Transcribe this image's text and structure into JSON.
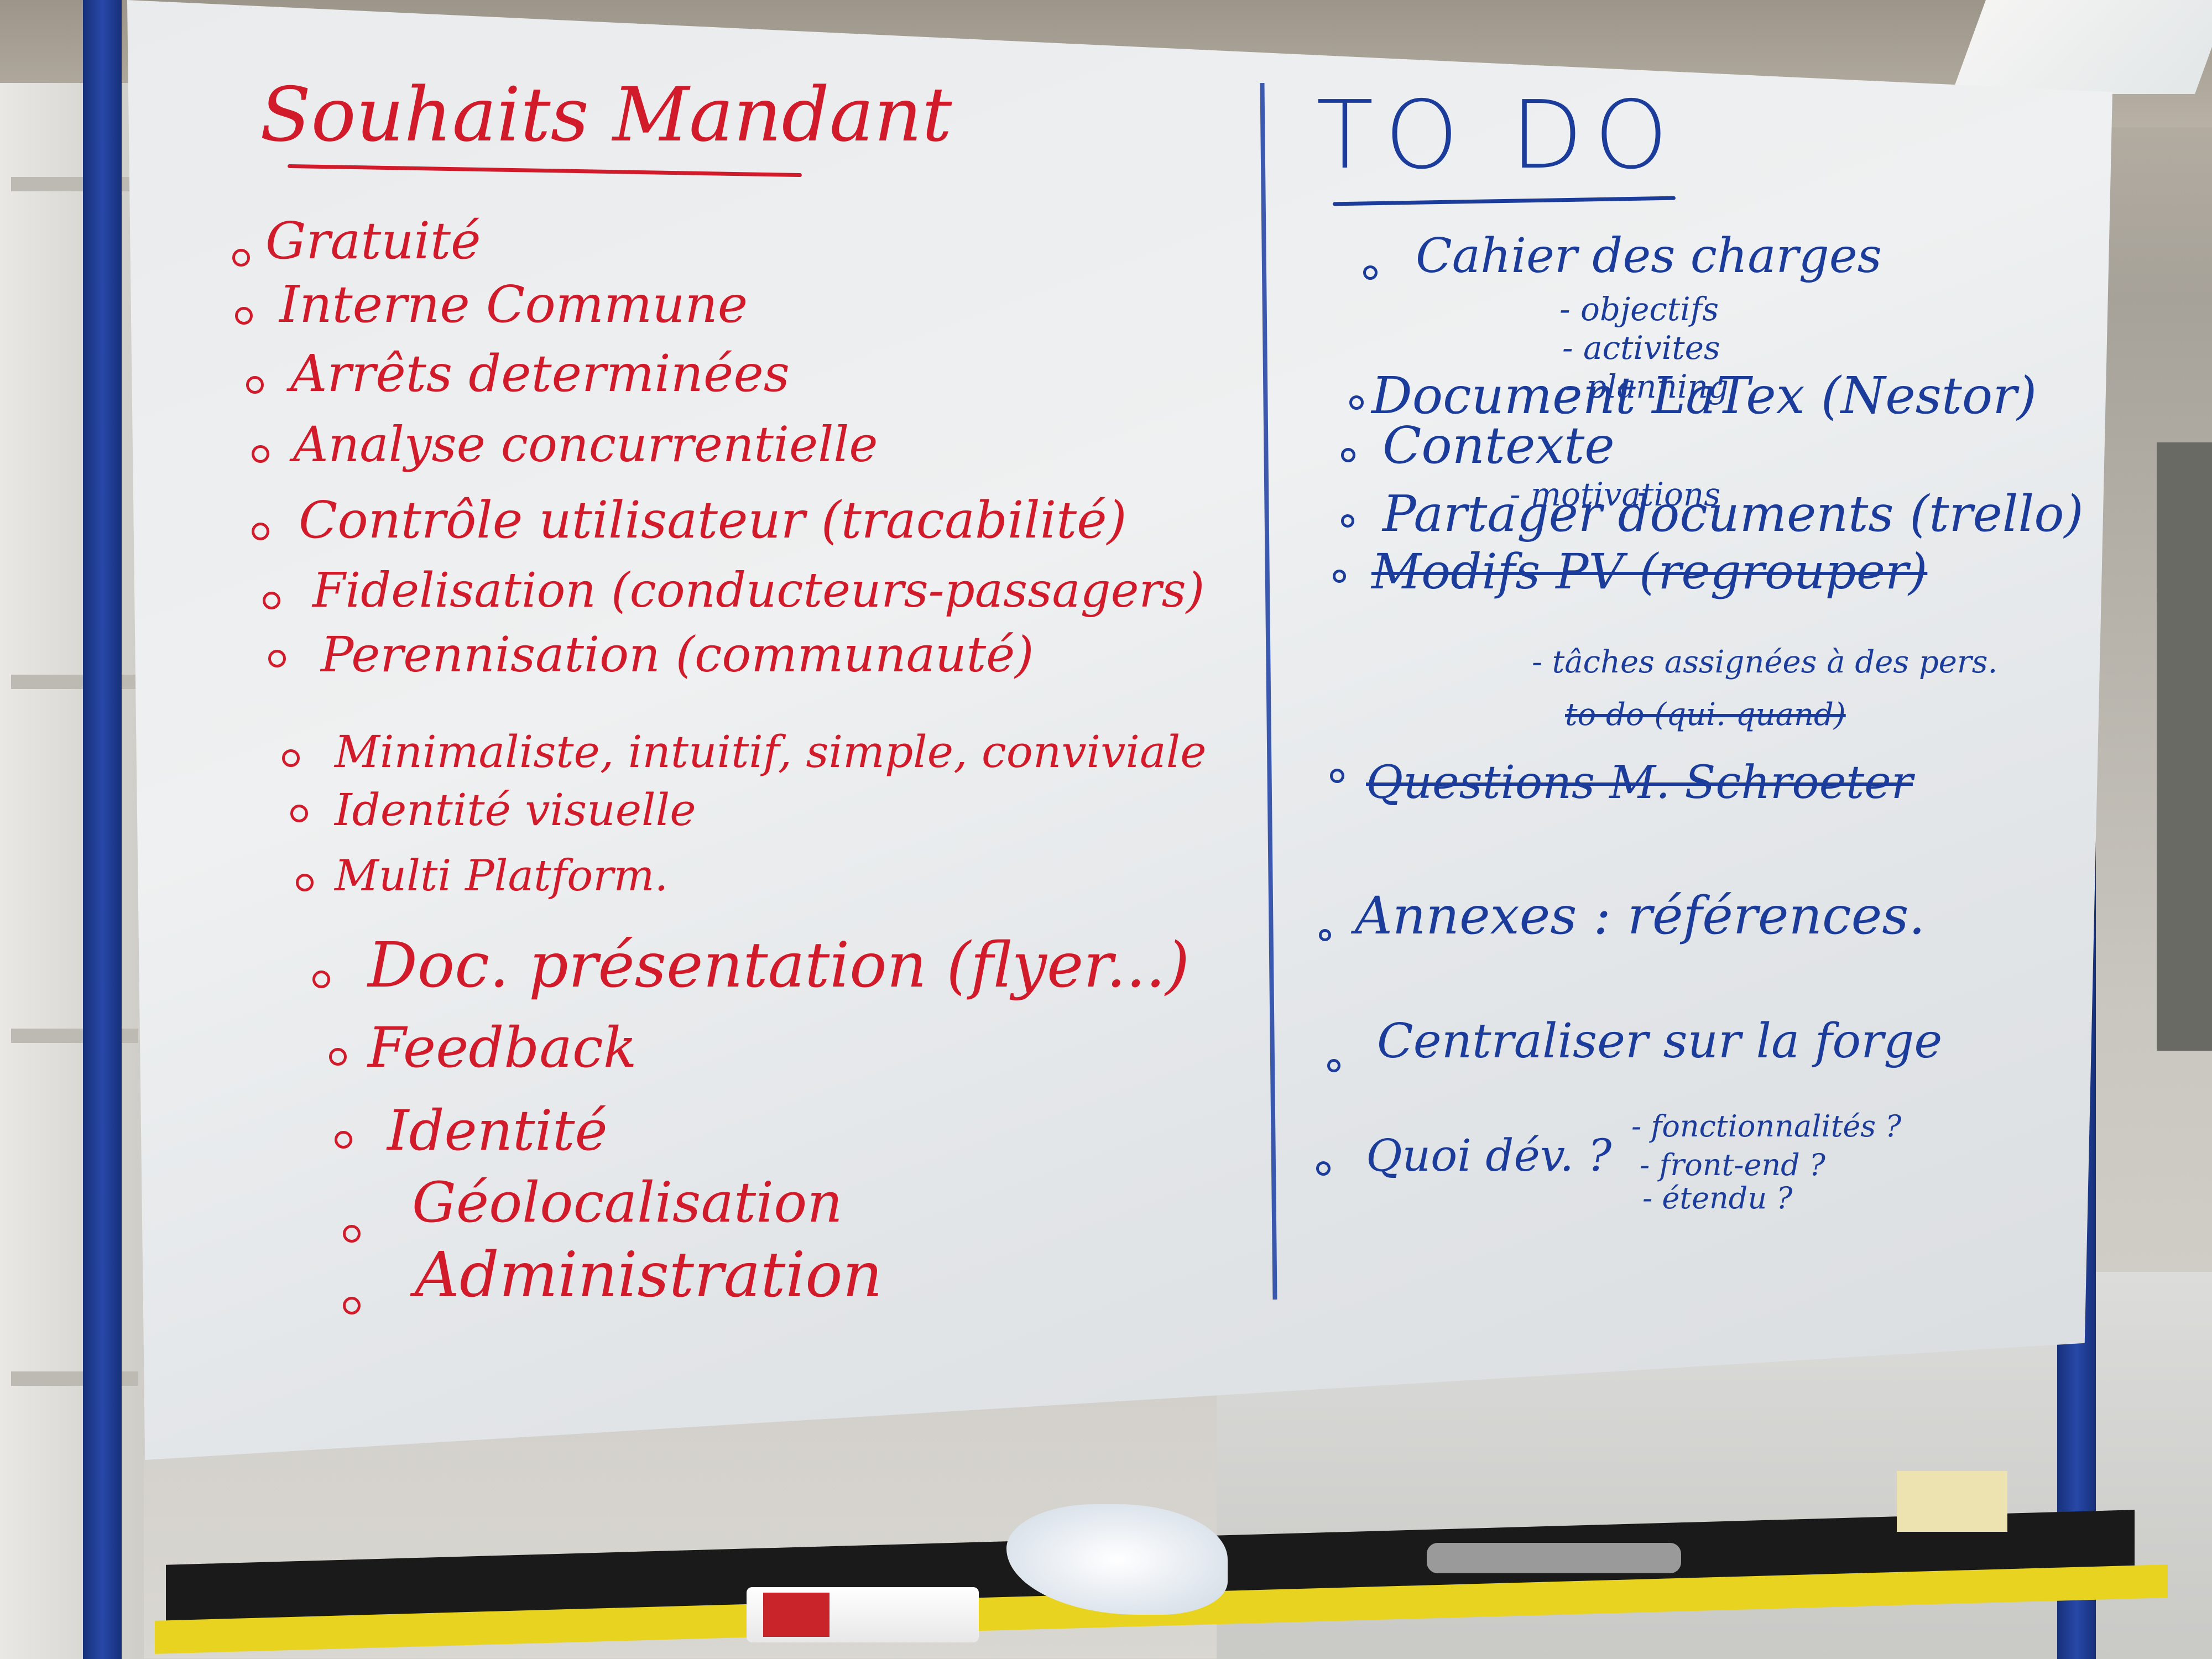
{
  "left_column": {
    "title": "Souhaits Mandant",
    "items": [
      "Gratuité",
      "Interne Commune",
      "Arrêts determinées",
      "Analyse concurrentielle",
      "Contrôle utilisateur (tracabilité)",
      "Fidelisation (conducteurs-passagers)",
      "Perennisation (communauté)",
      "Minimaliste, intuitif, simple, conviviale",
      "Identité visuelle",
      "Multi Platform.",
      "Doc. présentation (flyer...)",
      "Feedback",
      "Identité",
      "Géolocalisation",
      "Administration"
    ]
  },
  "right_column": {
    "title": "TO DO",
    "items": [
      "Cahier des charges",
      "- objectifs",
      "- activites",
      "- planning",
      "Document LaTex (Nestor)",
      "Contexte",
      "- motivations",
      "Partager documents (trello)",
      "Modifs PV (regrouper)",
      "- tâches assignées à des pers.",
      "to do (qui. quand)",
      "Questions M. Schroeter",
      "Annexes : références.",
      "Centraliser sur la forge",
      "Quoi dév. ?",
      "- fonctionnalités ?",
      "- front-end ?",
      "- étendu ?"
    ]
  }
}
